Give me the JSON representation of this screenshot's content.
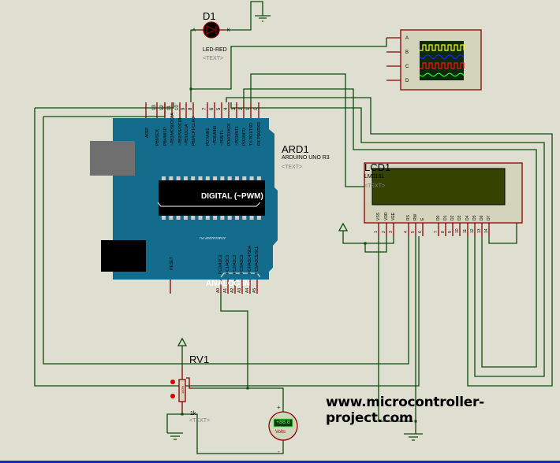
{
  "colors": {
    "background": "#dfdfd1",
    "wire": "#0a4a0a",
    "pin": "#8b0000",
    "board": "#136c8c",
    "lcd_screen": "#344400",
    "scope_screen": "#0b2a0b"
  },
  "components": {
    "led": {
      "ref": "D1",
      "value": "LED-RED",
      "text": "<TEXT>",
      "pin_a": "A",
      "pin_k": "K"
    },
    "arduino": {
      "ref": "ARD1",
      "value": "ARDUINO UNO R3",
      "text": "<TEXT>",
      "digital_label": "DIGITAL (~PWM)",
      "analog_label": "ANALOG IN",
      "chip_label": "ATMEGA328P-PU",
      "aref": "AREF",
      "reset": "RESET",
      "digital_pins": [
        {
          "num": "13",
          "name": "PB5/SCK"
        },
        {
          "num": "12",
          "name": "PB4/MISO"
        },
        {
          "num": "11",
          "name": "~PB3/MOSI/OC2A"
        },
        {
          "num": "10",
          "name": "~PB2/SS/OC1B"
        },
        {
          "num": "9",
          "name": "~PB1/OC1A"
        },
        {
          "num": "8",
          "name": "PB0/ICP1/CLKO"
        },
        {
          "num": "7",
          "name": "PD7/AIN1"
        },
        {
          "num": "6",
          "name": "~PD6/AIN0"
        },
        {
          "num": "5",
          "name": "~PD5/T1"
        },
        {
          "num": "4",
          "name": "PD4/T0/XCK"
        },
        {
          "num": "3",
          "name": "~PD3/INT1"
        },
        {
          "num": "2",
          "name": "PD2/INT0"
        },
        {
          "num": "1",
          "name": "TX PD1/TXD"
        },
        {
          "num": "0",
          "name": "RX PD0/RXD"
        }
      ],
      "analog_pins": [
        {
          "num": "A0",
          "name": "PC0/ADC0"
        },
        {
          "num": "A1",
          "name": "PC1/ADC1"
        },
        {
          "num": "A2",
          "name": "PC2/ADC2"
        },
        {
          "num": "A3",
          "name": "PC3/ADC3"
        },
        {
          "num": "A4",
          "name": "PC4/ADC4/SDA"
        },
        {
          "num": "A5",
          "name": "PC5/ADC5/SCL"
        }
      ]
    },
    "lcd": {
      "ref": "LCD1",
      "value": "LM016L",
      "text": "<TEXT>",
      "pins": [
        {
          "num": "1",
          "name": "VSS"
        },
        {
          "num": "2",
          "name": "VDD"
        },
        {
          "num": "3",
          "name": "VEE"
        },
        {
          "num": "4",
          "name": "RS"
        },
        {
          "num": "5",
          "name": "RW"
        },
        {
          "num": "6",
          "name": "E"
        },
        {
          "num": "7",
          "name": "D0"
        },
        {
          "num": "8",
          "name": "D1"
        },
        {
          "num": "9",
          "name": "D2"
        },
        {
          "num": "10",
          "name": "D3"
        },
        {
          "num": "11",
          "name": "D4"
        },
        {
          "num": "12",
          "name": "D5"
        },
        {
          "num": "13",
          "name": "D6"
        },
        {
          "num": "14",
          "name": "D7"
        }
      ]
    },
    "oscilloscope": {
      "channels": [
        "A",
        "B",
        "C",
        "D"
      ],
      "trace_colors": [
        "#ffff00",
        "#2020ff",
        "#ff1010",
        "#20ff20"
      ]
    },
    "potentiometer": {
      "ref": "RV1",
      "value": "1k",
      "text": "<TEXT>",
      "body_label": "100%"
    },
    "voltmeter": {
      "display": "+88.8",
      "unit": "Volts",
      "plus": "+",
      "minus": "-"
    }
  },
  "website": "www.microcontroller-project.com"
}
